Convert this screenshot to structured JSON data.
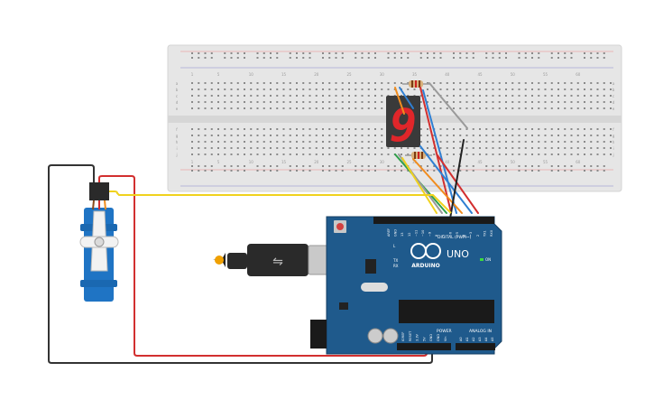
{
  "breadboard": {
    "column_numbers": [
      "1",
      "5",
      "10",
      "15",
      "20",
      "25",
      "30",
      "35",
      "40",
      "45",
      "50",
      "55",
      "60"
    ],
    "row_letters_top": [
      "a",
      "b",
      "c",
      "d",
      "e"
    ],
    "row_letters_bottom": [
      "f",
      "g",
      "h",
      "i",
      "j"
    ]
  },
  "seven_segment": {
    "digit": "9",
    "color": "#e0262a"
  },
  "arduino": {
    "brand": "ARDUINO",
    "model": "UNO",
    "on_label": "ON",
    "tx_label": "TX",
    "rx_label": "RX",
    "l_label": "L",
    "digital_label": "DIGITAL (PWM~)",
    "power_label": "POWER",
    "analog_label": "ANALOG IN",
    "digital_pins": [
      "AREF",
      "GND",
      "13",
      "12",
      "~11",
      "~10",
      "~9",
      "8",
      "7",
      "~6",
      "~5",
      "4",
      "~3",
      "2",
      "TX1",
      "RX0"
    ],
    "power_pins": [
      "IOREF",
      "RESET",
      "3.3V",
      "5V",
      "GND",
      "GND",
      "Vin"
    ],
    "analog_pins": [
      "A0",
      "A1",
      "A2",
      "A3",
      "A4",
      "A5"
    ]
  },
  "colors": {
    "board_blue": "#1f5a8c",
    "breadboard": "#e6e6e6",
    "wire_red": "#d22f2f",
    "wire_black": "#333333",
    "wire_yellow": "#f0d21e",
    "wire_orange": "#f08c1e",
    "wire_blue": "#2f7fd2",
    "wire_green": "#2fa04a",
    "wire_gray": "#9a9a9a"
  }
}
